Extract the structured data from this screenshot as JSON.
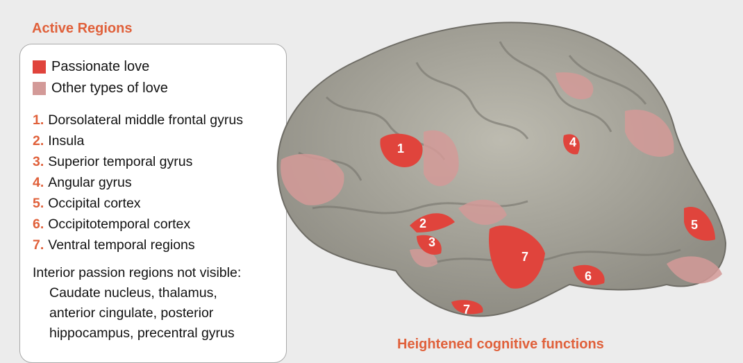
{
  "title": "Active Regions",
  "legend": [
    {
      "label": "Passionate love",
      "color": "#e0443c"
    },
    {
      "label": "Other types of love",
      "color": "#d39a98"
    }
  ],
  "regions": [
    {
      "num": "1.",
      "label": "Dorsolateral middle frontal gyrus"
    },
    {
      "num": "2.",
      "label": "Insula"
    },
    {
      "num": "3.",
      "label": "Superior temporal gyrus"
    },
    {
      "num": "4.",
      "label": "Angular gyrus"
    },
    {
      "num": "5.",
      "label": "Occipital cortex"
    },
    {
      "num": "6.",
      "label": "Occipitotemporal cortex"
    },
    {
      "num": "7.",
      "label": "Ventral temporal regions"
    }
  ],
  "note": {
    "heading": "Interior passion regions not visible:",
    "lines": [
      "Caudate nucleus, thalamus,",
      "anterior cingulate, posterior",
      "hippocampus, precentral gyrus"
    ]
  },
  "brain_labels": [
    "1",
    "2",
    "3",
    "4",
    "5",
    "6",
    "7",
    "7"
  ],
  "bottom_heading": "Heightened cognitive functions"
}
